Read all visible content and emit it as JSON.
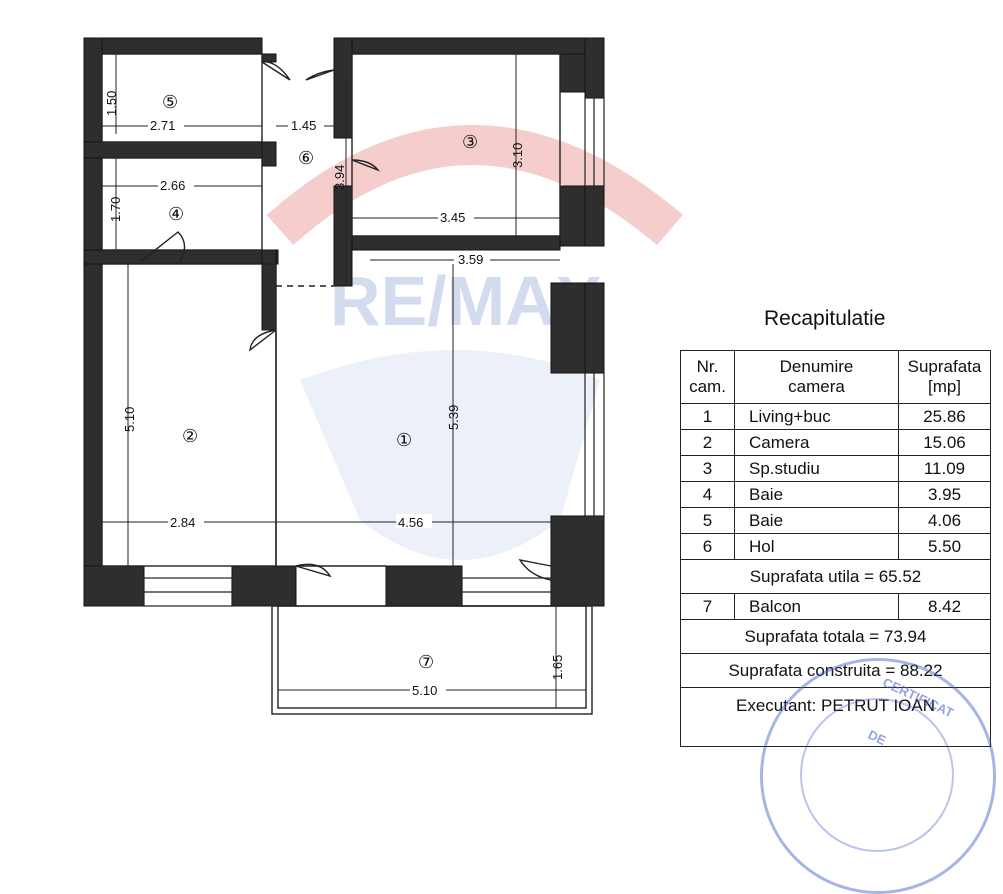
{
  "plan": {
    "watermark": "RE/MAX",
    "room_markers": [
      "①",
      "②",
      "③",
      "④",
      "⑤",
      "⑥",
      "⑦"
    ],
    "dims": {
      "r5_h": "1.50",
      "r5_w": "2.71",
      "r6_w": "1.45",
      "r6_h": "3.94",
      "r3_h": "3.10",
      "r3_w": "3.45",
      "r4_w": "2.66",
      "r4_h": "1.70",
      "r1_top": "3.59",
      "r1_h": "5.39",
      "r2_h": "5.10",
      "r2_w": "2.84",
      "r1_w": "4.56",
      "balc_h": "1.65",
      "balc_w": "5.10"
    }
  },
  "recap": {
    "title": "Recapitulatie",
    "headers": {
      "nr": "Nr.\ncam.",
      "name": "Denumire\ncamera",
      "area": "Suprafata\n[mp]"
    },
    "rows": [
      {
        "nr": "1",
        "name": "Living+buc",
        "area": "25.86"
      },
      {
        "nr": "2",
        "name": "Camera",
        "area": "15.06"
      },
      {
        "nr": "3",
        "name": "Sp.studiu",
        "area": "11.09"
      },
      {
        "nr": "4",
        "name": "Baie",
        "area": "3.95"
      },
      {
        "nr": "5",
        "name": "Baie",
        "area": "4.06"
      },
      {
        "nr": "6",
        "name": "Hol",
        "area": "5.50"
      }
    ],
    "utila": "Suprafata utila = 65.52",
    "balcon": {
      "nr": "7",
      "name": "Balcon",
      "area": "8.42"
    },
    "totala": "Suprafata totala = 73.94",
    "construita": "Suprafata construita = 88.22",
    "executant": "Executant: PETRUT IOAN"
  },
  "stamp": {
    "line1": "CERTIFICAT",
    "line2": "DE"
  }
}
